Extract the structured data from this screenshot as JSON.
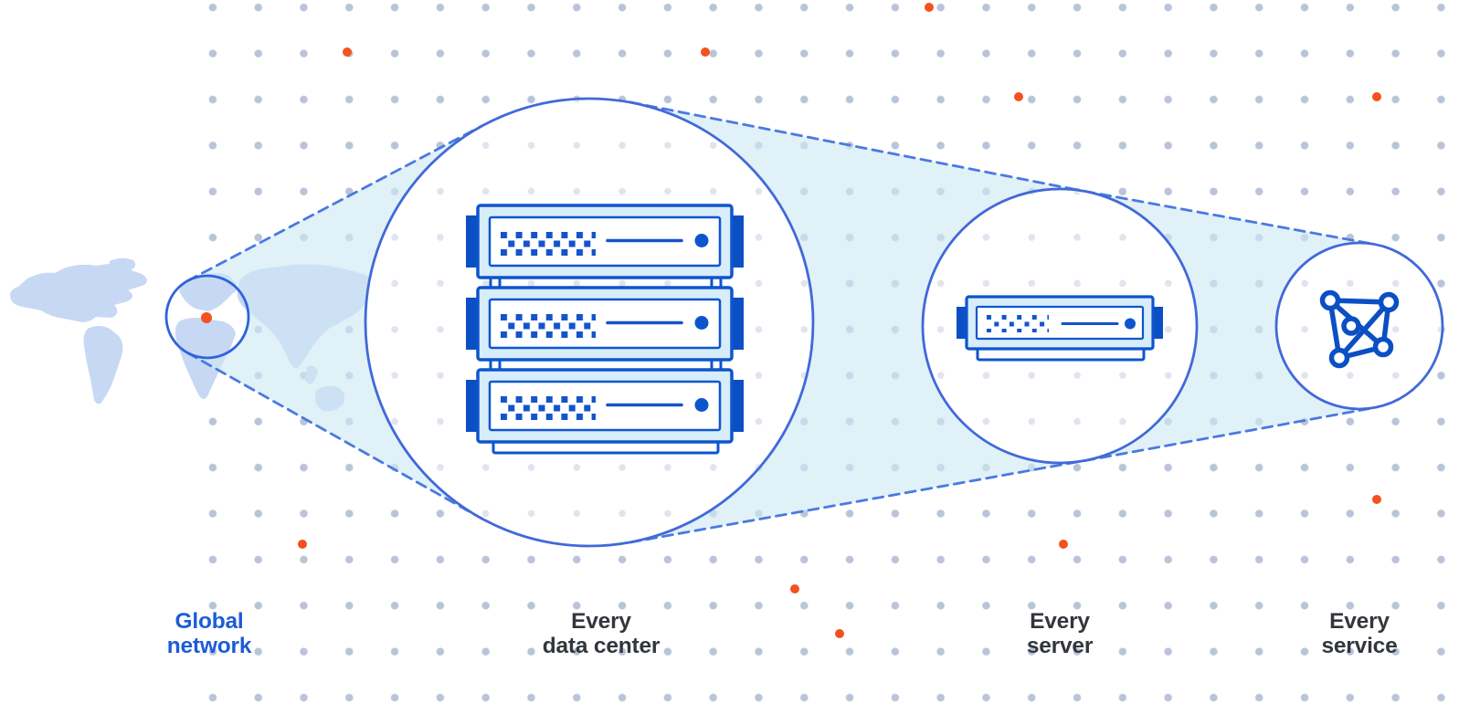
{
  "diagram": {
    "stages": [
      {
        "id": "global-network",
        "label": "Global network",
        "lines": [
          "Global",
          "network"
        ],
        "icon": "world-map-marker"
      },
      {
        "id": "every-data-center",
        "label": "Every data center",
        "lines": [
          "Every",
          "data center"
        ],
        "icon": "server-rack-stack"
      },
      {
        "id": "every-server",
        "label": "Every server",
        "lines": [
          "Every",
          "server"
        ],
        "icon": "server-unit"
      },
      {
        "id": "every-service",
        "label": "Every service",
        "lines": [
          "Every",
          "service"
        ],
        "icon": "network-mesh"
      }
    ],
    "colors": {
      "accent_orange": "#f4511e",
      "server_blue_dark": "#0b4fc4",
      "server_blue_stroke": "#0d55cd",
      "server_fill_light": "#d7edf9",
      "circle_stroke": "#4169d9",
      "map_circle_stroke": "#2f63da",
      "beam_fill": "#cfe9f3",
      "map_fill": "#c7d8f4",
      "grid_dot": "#b9c4da",
      "label_dark": "#33363c",
      "label_blue": "#1d5cd6"
    }
  }
}
